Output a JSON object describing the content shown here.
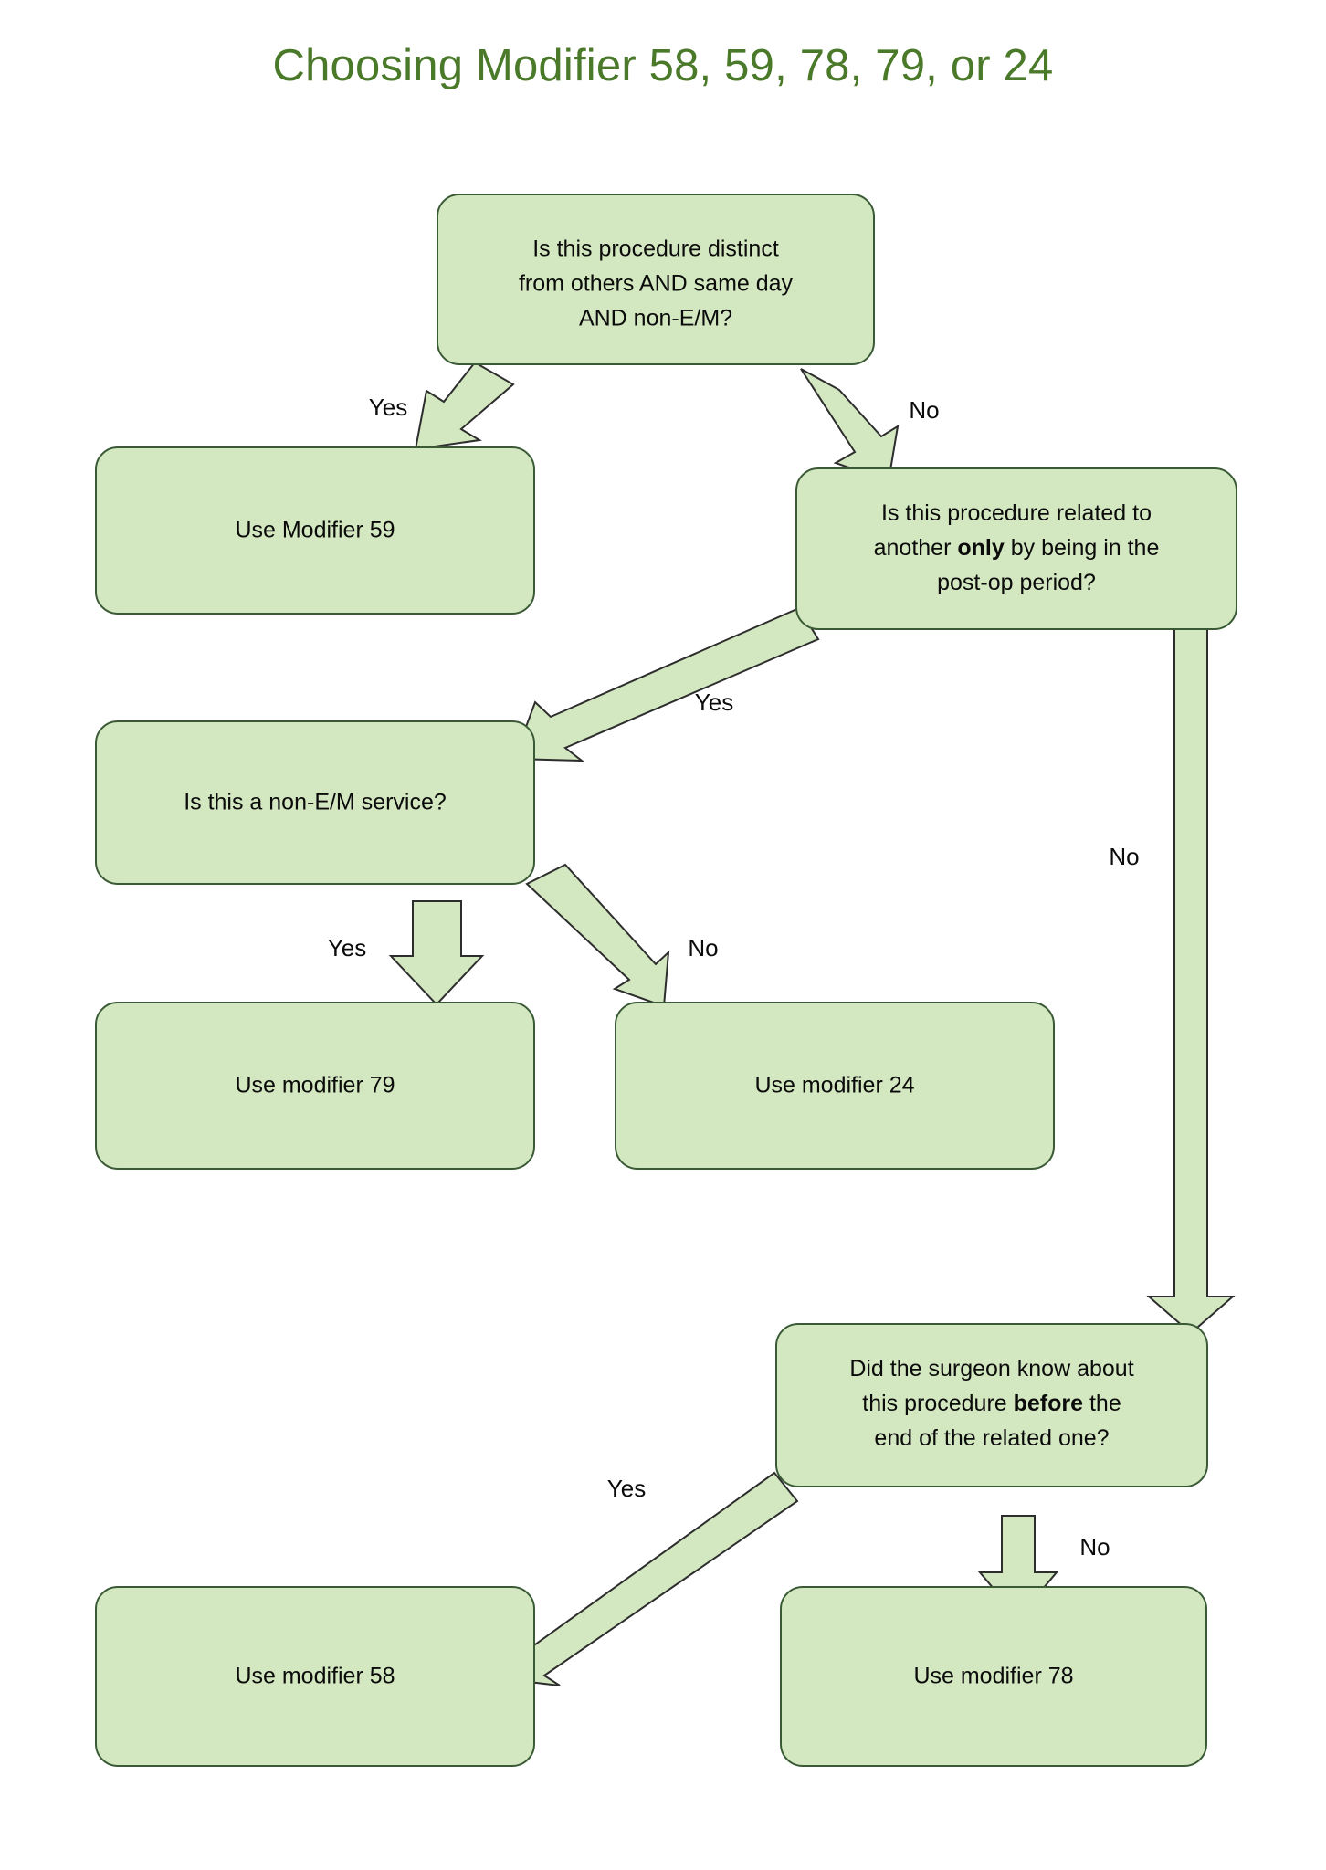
{
  "title": "Choosing Modifier 58, 59, 78, 79, or 24",
  "colors": {
    "node_fill": "#d3e8c0",
    "node_stroke": "#3a5a36",
    "arrow_fill": "#d3e8c0",
    "arrow_stroke": "#2d2d2d",
    "title_color": "#4a7a29",
    "text_color": "#0b0b0b",
    "background": "#ffffff"
  },
  "nodes": {
    "q1": {
      "id": "q1",
      "kind": "decision",
      "lines": [
        "Is this procedure distinct",
        "from others AND same day",
        "AND non-E/M?"
      ]
    },
    "r59": {
      "id": "r59",
      "kind": "result",
      "lines": [
        "Use Modifier 59"
      ]
    },
    "q2": {
      "id": "q2",
      "kind": "decision",
      "lines_rich": [
        [
          {
            "t": "Is this procedure related to",
            "bold": false
          }
        ],
        [
          {
            "t": "another ",
            "bold": false
          },
          {
            "t": "only",
            "bold": true
          },
          {
            "t": " by being in the",
            "bold": false
          }
        ],
        [
          {
            "t": "post-op period?",
            "bold": false
          }
        ]
      ]
    },
    "q3": {
      "id": "q3",
      "kind": "decision",
      "lines": [
        "Is this a non-E/M service?"
      ]
    },
    "r79": {
      "id": "r79",
      "kind": "result",
      "lines": [
        "Use modifier 79"
      ]
    },
    "r24": {
      "id": "r24",
      "kind": "result",
      "lines": [
        "Use modifier 24"
      ]
    },
    "q4": {
      "id": "q4",
      "kind": "decision",
      "lines_rich": [
        [
          {
            "t": "Did the surgeon know about",
            "bold": false
          }
        ],
        [
          {
            "t": "this procedure ",
            "bold": false
          },
          {
            "t": "before",
            "bold": true
          },
          {
            "t": " the",
            "bold": false
          }
        ],
        [
          {
            "t": "end of the related one?",
            "bold": false
          }
        ]
      ]
    },
    "r58": {
      "id": "r58",
      "kind": "result",
      "lines": [
        "Use modifier 58"
      ]
    },
    "r78": {
      "id": "r78",
      "kind": "result",
      "lines": [
        "Use modifier 78"
      ]
    }
  },
  "edges": [
    {
      "id": "e1",
      "from": "q1",
      "to": "r59",
      "label": "Yes"
    },
    {
      "id": "e2",
      "from": "q1",
      "to": "q2",
      "label": "No"
    },
    {
      "id": "e3",
      "from": "q2",
      "to": "q3",
      "label": "Yes"
    },
    {
      "id": "e4",
      "from": "q2",
      "to": "q4",
      "label": "No"
    },
    {
      "id": "e5",
      "from": "q3",
      "to": "r79",
      "label": "Yes"
    },
    {
      "id": "e6",
      "from": "q3",
      "to": "r24",
      "label": "No"
    },
    {
      "id": "e7",
      "from": "q4",
      "to": "r58",
      "label": "Yes"
    },
    {
      "id": "e8",
      "from": "q4",
      "to": "r78",
      "label": "No"
    }
  ]
}
